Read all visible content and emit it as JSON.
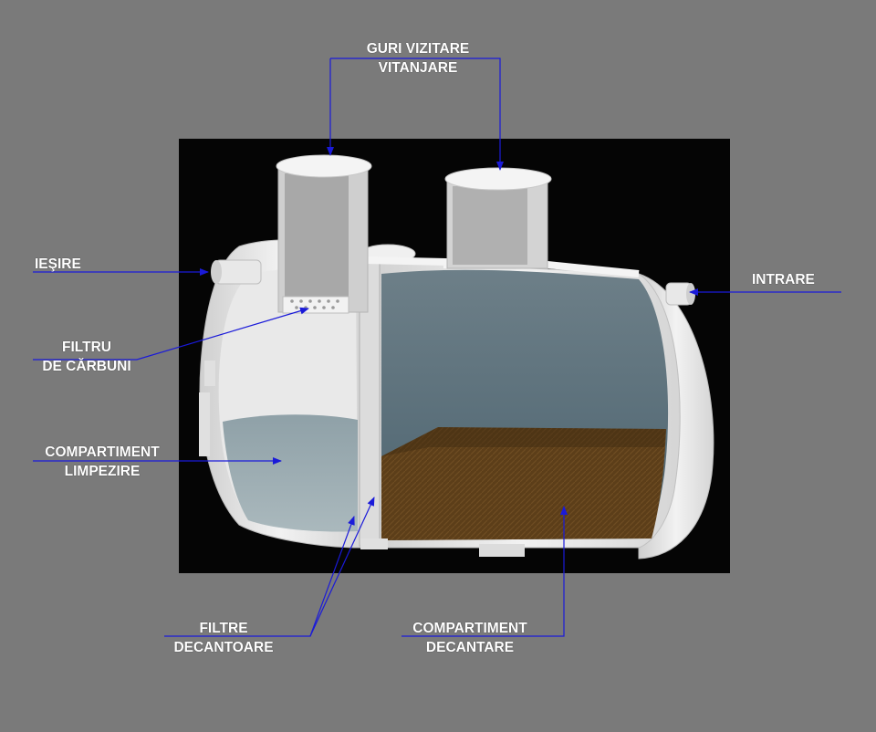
{
  "labels": {
    "guri_vizitare": {
      "line1": "GURI VIZITARE",
      "line2": "VITANJARE"
    },
    "iesire": "IEŞIRE",
    "intrare": "INTRARE",
    "filtru": {
      "line1": "FILTRU",
      "line2": "DE CĂRBUNI"
    },
    "compartiment_limpezire": {
      "line1": "COMPARTIMENT",
      "line2": "LIMPEZIRE"
    },
    "filtre_decantoare": {
      "line1": "FILTRE",
      "line2": "DECANTOARE"
    },
    "compartiment_decantare": {
      "line1": "COMPARTIMENT",
      "line2": "DECANTARE"
    }
  },
  "colors": {
    "background": "#7a7a7a",
    "render_background": "#050505",
    "tank_shell": "#e4e4e4",
    "water": "#5b7481",
    "sludge": "#5a3d1a",
    "callout_line": "#1a1ad9"
  },
  "icons": [
    "arrow-icon"
  ]
}
